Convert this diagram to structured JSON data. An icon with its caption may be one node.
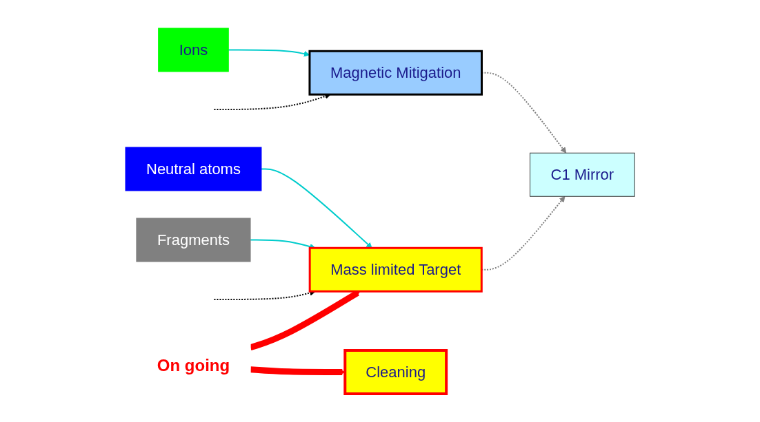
{
  "diagram": {
    "nodes": [
      {
        "text": [
          "Ions"
        ]
      },
      {
        "text": [
          "Neutral atoms"
        ]
      },
      {
        "text": [
          "Fragments"
        ]
      },
      {
        "text": [
          "Magnetic Mitigation"
        ]
      },
      {
        "text": [
          "Mass limited Target"
        ]
      },
      {
        "text": [
          "Cleaning"
        ]
      },
      {
        "text": [
          "C1 Mirror"
        ]
      },
      {
        "text": [
          "On going"
        ]
      }
    ],
    "edges": [
      {
        "from": 0,
        "to": 3,
        "arrow": "to"
      },
      {
        "from": 1,
        "to": 4,
        "arrow": "to"
      },
      {
        "from": 2,
        "to": 4,
        "arrow": "to"
      },
      {
        "from": 3,
        "to": 6,
        "arrow": "to",
        "style": "dashed",
        "color": "#808080"
      },
      {
        "from": 4,
        "to": 6,
        "arrow": "to",
        "style": "dashed",
        "color": "#808080"
      },
      {
        "from": null,
        "to": 3,
        "arrow": "to",
        "style": "dashed",
        "color": "#000000"
      },
      {
        "from": null,
        "to": 4,
        "arrow": "to",
        "style": "dashed",
        "color": "#000000"
      },
      {
        "from": 7,
        "to": 4,
        "arrow": "to",
        "style": "thick",
        "color": "#ff0000"
      },
      {
        "from": 7,
        "to": 5,
        "arrow": "to",
        "style": "thick",
        "color": "#ff0000"
      }
    ]
  }
}
